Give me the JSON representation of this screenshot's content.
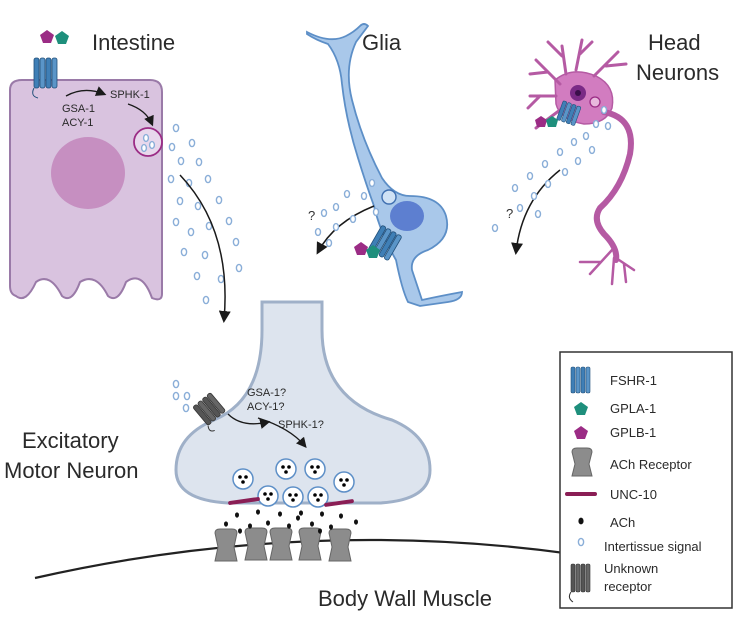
{
  "labels": {
    "intestine": "Intestine",
    "glia": "Glia",
    "head_neurons_line1": "Head",
    "head_neurons_line2": "Neurons",
    "excitatory_line1": "Excitatory",
    "excitatory_line2": "Motor Neuron",
    "body_wall_muscle": "Body Wall Muscle"
  },
  "intestine_pathway": {
    "gsa": "GSA-1",
    "acy": "ACY-1",
    "sphk": "SPHK-1"
  },
  "motor_pathway": {
    "gsa": "GSA-1?",
    "acy": "ACY-1?",
    "sphk": "SPHK-1?"
  },
  "unknown_marks": {
    "glia": "?",
    "neurons": "?"
  },
  "legend": {
    "items": [
      {
        "label": "FSHR-1",
        "icon": "fshr1-receptor-icon"
      },
      {
        "label": "GPLA-1",
        "icon": "gpla1-pentagon-icon"
      },
      {
        "label": "GPLB-1",
        "icon": "gplb1-pentagon-icon"
      },
      {
        "label": "ACh Receptor",
        "icon": "ach-receptor-icon"
      },
      {
        "label": "UNC-10",
        "icon": "unc10-bar-icon"
      },
      {
        "label": "ACh",
        "icon": "ach-dot-icon"
      },
      {
        "label": "Intertissue signal",
        "icon": "intertissue-signal-icon"
      },
      {
        "label": "Unknown",
        "icon": "unknown-receptor-icon"
      },
      {
        "label": "receptor",
        "icon": ""
      }
    ]
  },
  "colors": {
    "intestine_fill": "#d9c3df",
    "intestine_stroke": "#9a7aa8",
    "glia_fill": "#a9c8ea",
    "glia_stroke": "#5d8fc7",
    "neuron_fill": "#d27cc0",
    "neuron_stroke": "#b55aa3",
    "motor_fill": "#dde4ee",
    "motor_stroke": "#9fb0c8",
    "fshr1": "#3f7fb6",
    "gpla1": "#1e8f7c",
    "gplb1": "#9b2c85",
    "unc10": "#8a1e55",
    "ach_receptor": "#8c8c8c",
    "unknown_receptor": "#555555"
  }
}
